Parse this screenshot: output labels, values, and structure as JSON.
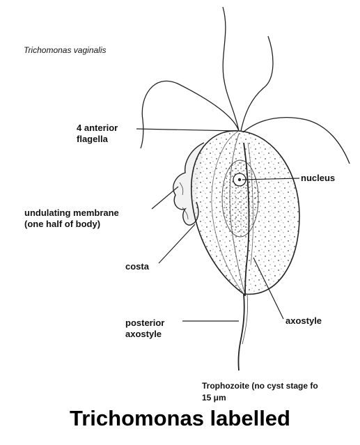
{
  "figure": {
    "species": "Trichomonas vaginalis",
    "labels": {
      "flagella_line1": "4 anterior",
      "flagella_line2": "flagella",
      "nucleus": "nucleus",
      "undulating_line1": "undulating membrane",
      "undulating_line2": "(one half of body)",
      "costa": "costa",
      "axostyle": "axostyle",
      "posterior_line1": "posterior",
      "posterior_line2": "axostyle"
    },
    "note_line1": "Trophozoite (no cyst stage fo",
    "note_line2": "15 μm",
    "title": "Trichomonas labelled"
  }
}
